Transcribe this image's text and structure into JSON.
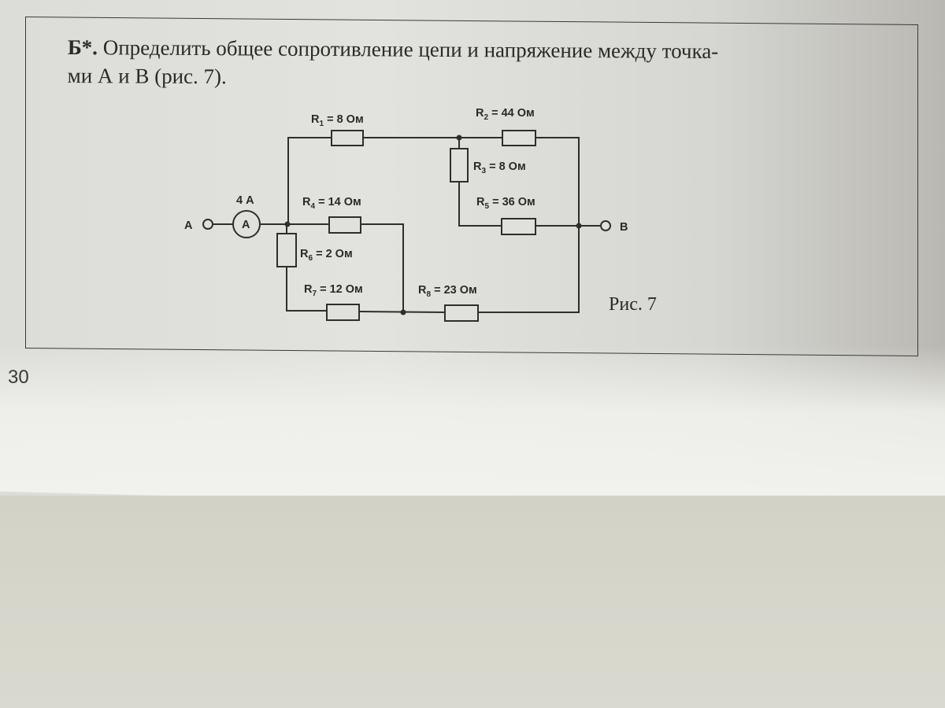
{
  "task": {
    "marker": "Б*.",
    "text": " Определить общее сопротивление цепи и напряжение между точка-",
    "text_line2": "ми А и В (рис. 7)."
  },
  "figure": {
    "caption": "Рис. 7",
    "ammeter": {
      "reading": "4 А",
      "symbol": "A"
    },
    "terminals": {
      "left": "А",
      "right": "B"
    },
    "resistors": [
      {
        "name": "R",
        "sub": "1",
        "value": " = 8 Ом"
      },
      {
        "name": "R",
        "sub": "2",
        "value": " = 44 Ом"
      },
      {
        "name": "R",
        "sub": "3",
        "value": " = 8 Ом"
      },
      {
        "name": "R",
        "sub": "4",
        "value": " = 14 Ом"
      },
      {
        "name": "R",
        "sub": "5",
        "value": " = 36 Ом"
      },
      {
        "name": "R",
        "sub": "6",
        "value": " = 2 Ом"
      },
      {
        "name": "R",
        "sub": "7",
        "value": " = 12 Ом"
      },
      {
        "name": "R",
        "sub": "8",
        "value": " = 23 Ом"
      }
    ]
  },
  "page_number": "30",
  "colors": {
    "ink": "#2e2e2e",
    "paper": "#e0e0dc",
    "background": "#d7d6cb"
  }
}
